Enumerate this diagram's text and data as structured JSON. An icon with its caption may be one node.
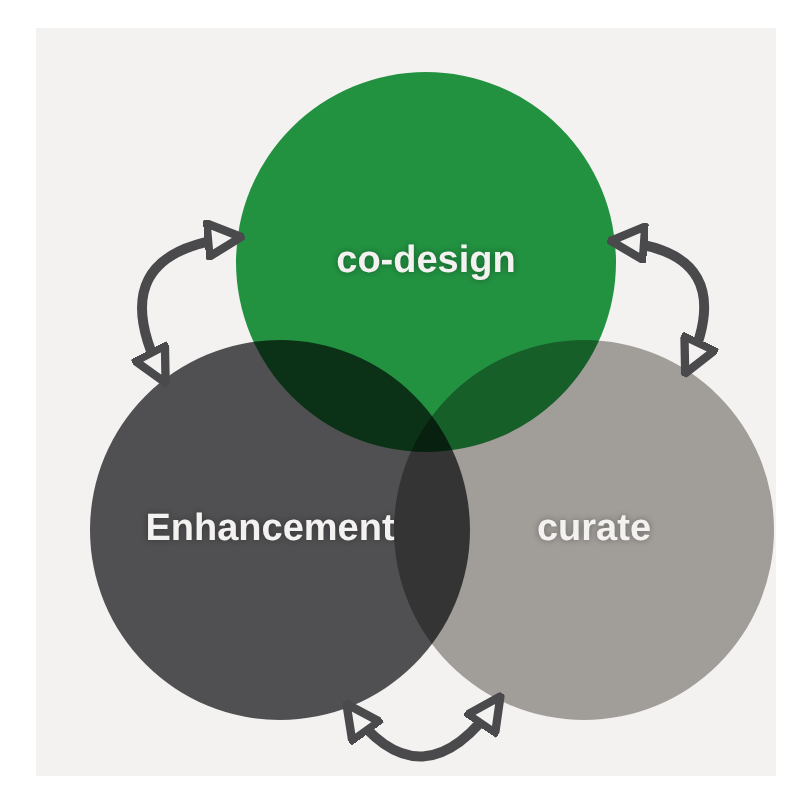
{
  "diagram": {
    "nodes": [
      {
        "text": [
          "co-design"
        ]
      },
      {
        "text": [
          "Enhancement"
        ]
      },
      {
        "text": [
          "curate"
        ]
      }
    ],
    "edges": [
      {
        "from": 0,
        "to": 1,
        "arrow": "both"
      },
      {
        "from": 0,
        "to": 2,
        "arrow": "both"
      },
      {
        "from": 1,
        "to": 2,
        "arrow": "both"
      }
    ]
  }
}
